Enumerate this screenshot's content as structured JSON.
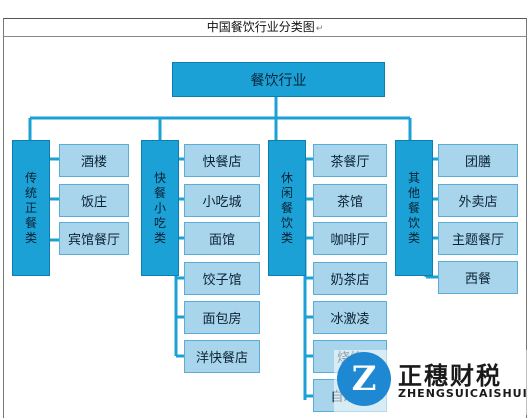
{
  "document": {
    "title": "中国餐饮行业分类图",
    "paragraph_mark": "↵"
  },
  "diagram": {
    "root": "餐饮行业",
    "categories": [
      {
        "label": "传统正餐类",
        "items": [
          "酒楼",
          "饭庄",
          "宾馆餐厅"
        ]
      },
      {
        "label": "快餐小吃类",
        "items": [
          "快餐店",
          "小吃城",
          "面馆",
          "饺子馆",
          "面包房",
          "洋快餐店"
        ]
      },
      {
        "label": "休闲餐饮类",
        "items": [
          "茶餐厅",
          "茶馆",
          "咖啡厅",
          "奶茶店",
          "冰激凌",
          "烧烤",
          "自助餐"
        ]
      },
      {
        "label": "其他餐饮类",
        "items": [
          "团膳",
          "外卖店",
          "主题餐厅",
          "西餐"
        ]
      }
    ],
    "colors": {
      "category_fill": "#1ba1d6",
      "item_fill": "#a8d5ec",
      "connector": "#1ba1d6"
    }
  },
  "watermark": {
    "name": "正穗财税",
    "sub": "ZHENGSUICAISHUI"
  }
}
